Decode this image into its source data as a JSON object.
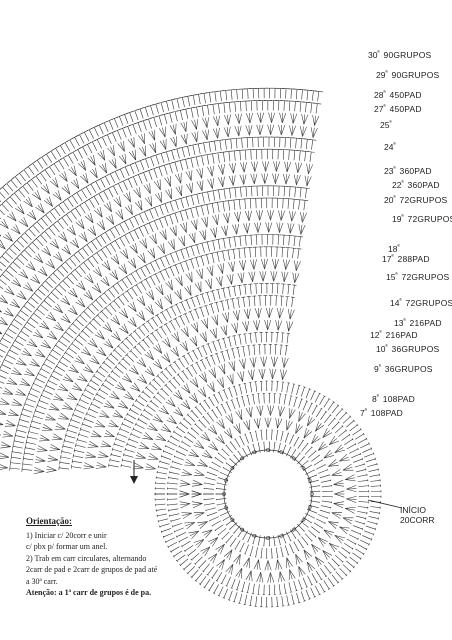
{
  "rows": [
    {
      "num": "30",
      "sup": "ª",
      "desc": "90GRUPOS"
    },
    {
      "num": "29",
      "sup": "ª",
      "desc": "90GRUPOS"
    },
    {
      "num": "28",
      "sup": "ª",
      "desc": "450PAD"
    },
    {
      "num": "27",
      "sup": "ª",
      "desc": "450PAD"
    },
    {
      "num": "25",
      "sup": "ª",
      "desc": ""
    },
    {
      "num": "24",
      "sup": "ª",
      "desc": ""
    },
    {
      "num": "23",
      "sup": "ª",
      "desc": "360PAD"
    },
    {
      "num": "22",
      "sup": "ª",
      "desc": "360PAD"
    },
    {
      "num": "20",
      "sup": "ª",
      "desc": "72GRUPOS"
    },
    {
      "num": "19",
      "sup": "ª",
      "desc": "72GRUPOS"
    },
    {
      "num": "18",
      "sup": "ª",
      "desc": ""
    },
    {
      "num": "17",
      "sup": "ª",
      "desc": "288PAD"
    },
    {
      "num": "15",
      "sup": "ª",
      "desc": "72GRUPOS"
    },
    {
      "num": "14",
      "sup": "ª",
      "desc": "72GRUPOS"
    },
    {
      "num": "13",
      "sup": "ª",
      "desc": "216PAD"
    },
    {
      "num": "12",
      "sup": "ª",
      "desc": "216PAD"
    },
    {
      "num": "10",
      "sup": "ª",
      "desc": "36GRUPOS"
    },
    {
      "num": "9",
      "sup": "ª",
      "desc": "36GRUPOS"
    },
    {
      "num": "8",
      "sup": "ª",
      "desc": "108PAD"
    },
    {
      "num": "7",
      "sup": "ª",
      "desc": "108PAD"
    }
  ],
  "start": {
    "line1": "INÍCIO",
    "line2": "20CORR"
  },
  "notes": {
    "title": "Orientação:",
    "line1": "1)  Iniciar c/ 20corr e unir",
    "line2": "c/ pbx p/ formar um anel.",
    "line3": "2)  Trab em carr circulares, alternando",
    "line4": "2carr de pad e 2carr de grupos de pad até",
    "line5": "a 30ª carr.",
    "line6": "Atenção: a 1ª carr de grupos é de pa."
  }
}
